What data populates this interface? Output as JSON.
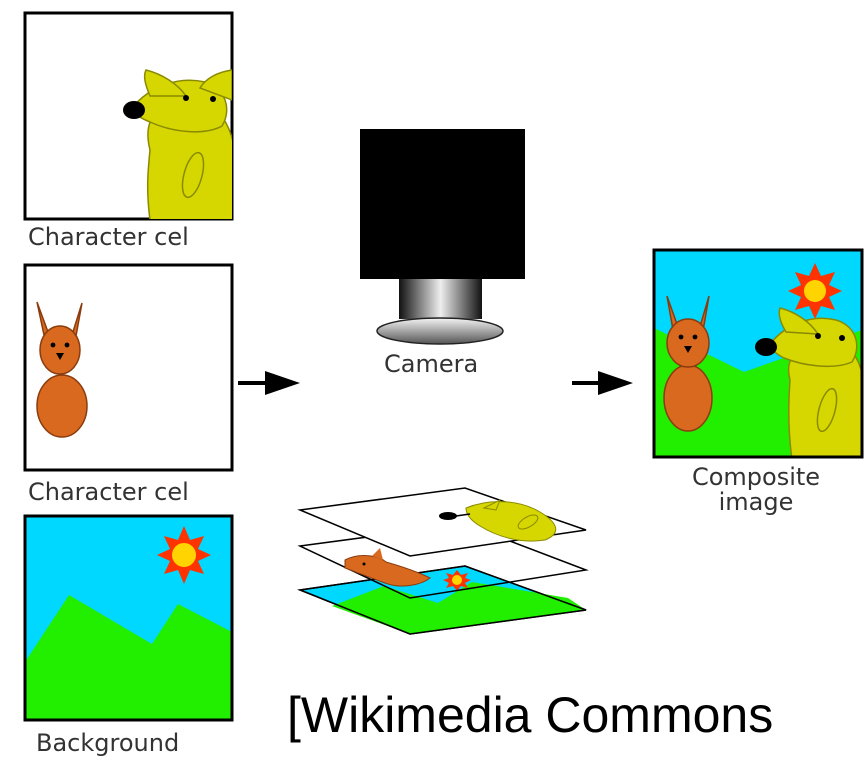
{
  "labels": {
    "cel_top": "Character cel",
    "cel_middle": "Character cel",
    "background": "Background",
    "camera": "Camera",
    "composite_line1": "Composite",
    "composite_line2": "image"
  },
  "credit": "[Wikimedia Commons",
  "colors": {
    "sky": "#00d8ff",
    "grass": "#22ee00",
    "yellow_character": "#d6d600",
    "orange_character": "#d8691e",
    "sun_star": "#ff3300",
    "sun_core": "#ffd400",
    "camera_body": "#000000",
    "outline": "#000000"
  }
}
